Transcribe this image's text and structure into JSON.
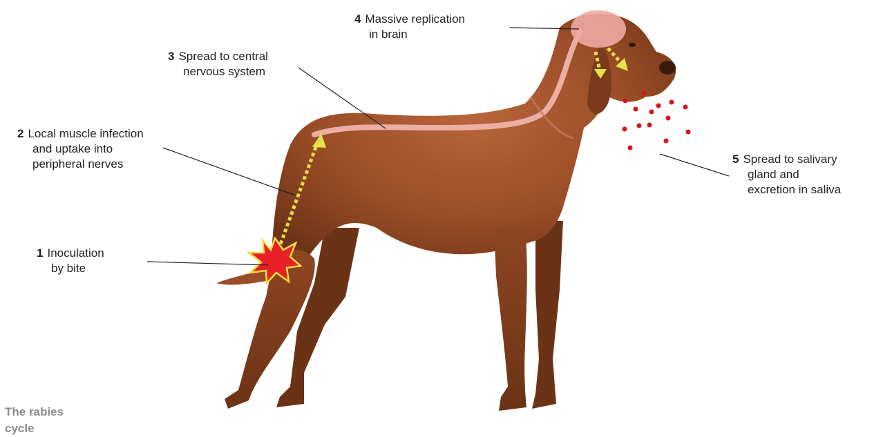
{
  "steps": [
    {
      "number": "1",
      "line1": "Inoculation",
      "line2": "by bite"
    },
    {
      "number": "2",
      "line1": "Local muscle infection",
      "line2": "and uptake into",
      "line3": "peripheral nerves"
    },
    {
      "number": "3",
      "line1": "Spread to central",
      "line2": "nervous system"
    },
    {
      "number": "4",
      "line1": "Massive replication",
      "line2": "in brain"
    },
    {
      "number": "5",
      "line1": "Spread to salivary",
      "line2": "gland and",
      "line3": "excretion in saliva"
    }
  ],
  "caption": {
    "line1": "The rabies",
    "line2": "cycle"
  },
  "colors": {
    "dog_fur": "#a0522d",
    "dog_fur_dark": "#6b3316",
    "nerve_path": "#f2b8b0",
    "brain": "#f0aaa4",
    "arrow": "#e8e04a",
    "bite_burst": "#e8202a",
    "bite_outline": "#f5e13c",
    "saliva_drops": "#d7141e",
    "leader_lines": "#231f20"
  },
  "icons": {
    "dog": "dog-illustration",
    "bite": "bite-burst-icon",
    "saliva": "saliva-droplets"
  }
}
